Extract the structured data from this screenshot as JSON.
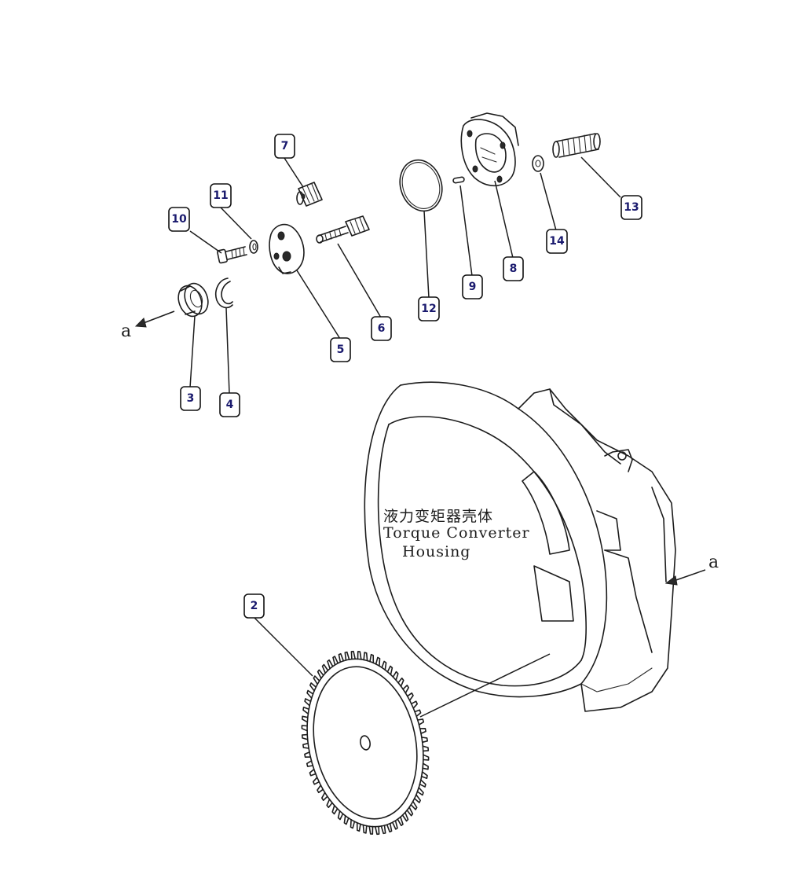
{
  "housing_label": {
    "chinese": "液力变矩器壳体",
    "line1": "Torque Converter",
    "line2": "Housing"
  },
  "reference_arrows": {
    "left": "a",
    "right": "a"
  },
  "callouts": [
    {
      "id": "c2",
      "label": "2"
    },
    {
      "id": "c3",
      "label": "3"
    },
    {
      "id": "c4",
      "label": "4"
    },
    {
      "id": "c5",
      "label": "5"
    },
    {
      "id": "c6",
      "label": "6"
    },
    {
      "id": "c7",
      "label": "7"
    },
    {
      "id": "c8",
      "label": "8"
    },
    {
      "id": "c9",
      "label": "9"
    },
    {
      "id": "c10",
      "label": "10"
    },
    {
      "id": "c11",
      "label": "11"
    },
    {
      "id": "c12",
      "label": "12"
    },
    {
      "id": "c13",
      "label": "13"
    },
    {
      "id": "c14",
      "label": "14"
    }
  ]
}
